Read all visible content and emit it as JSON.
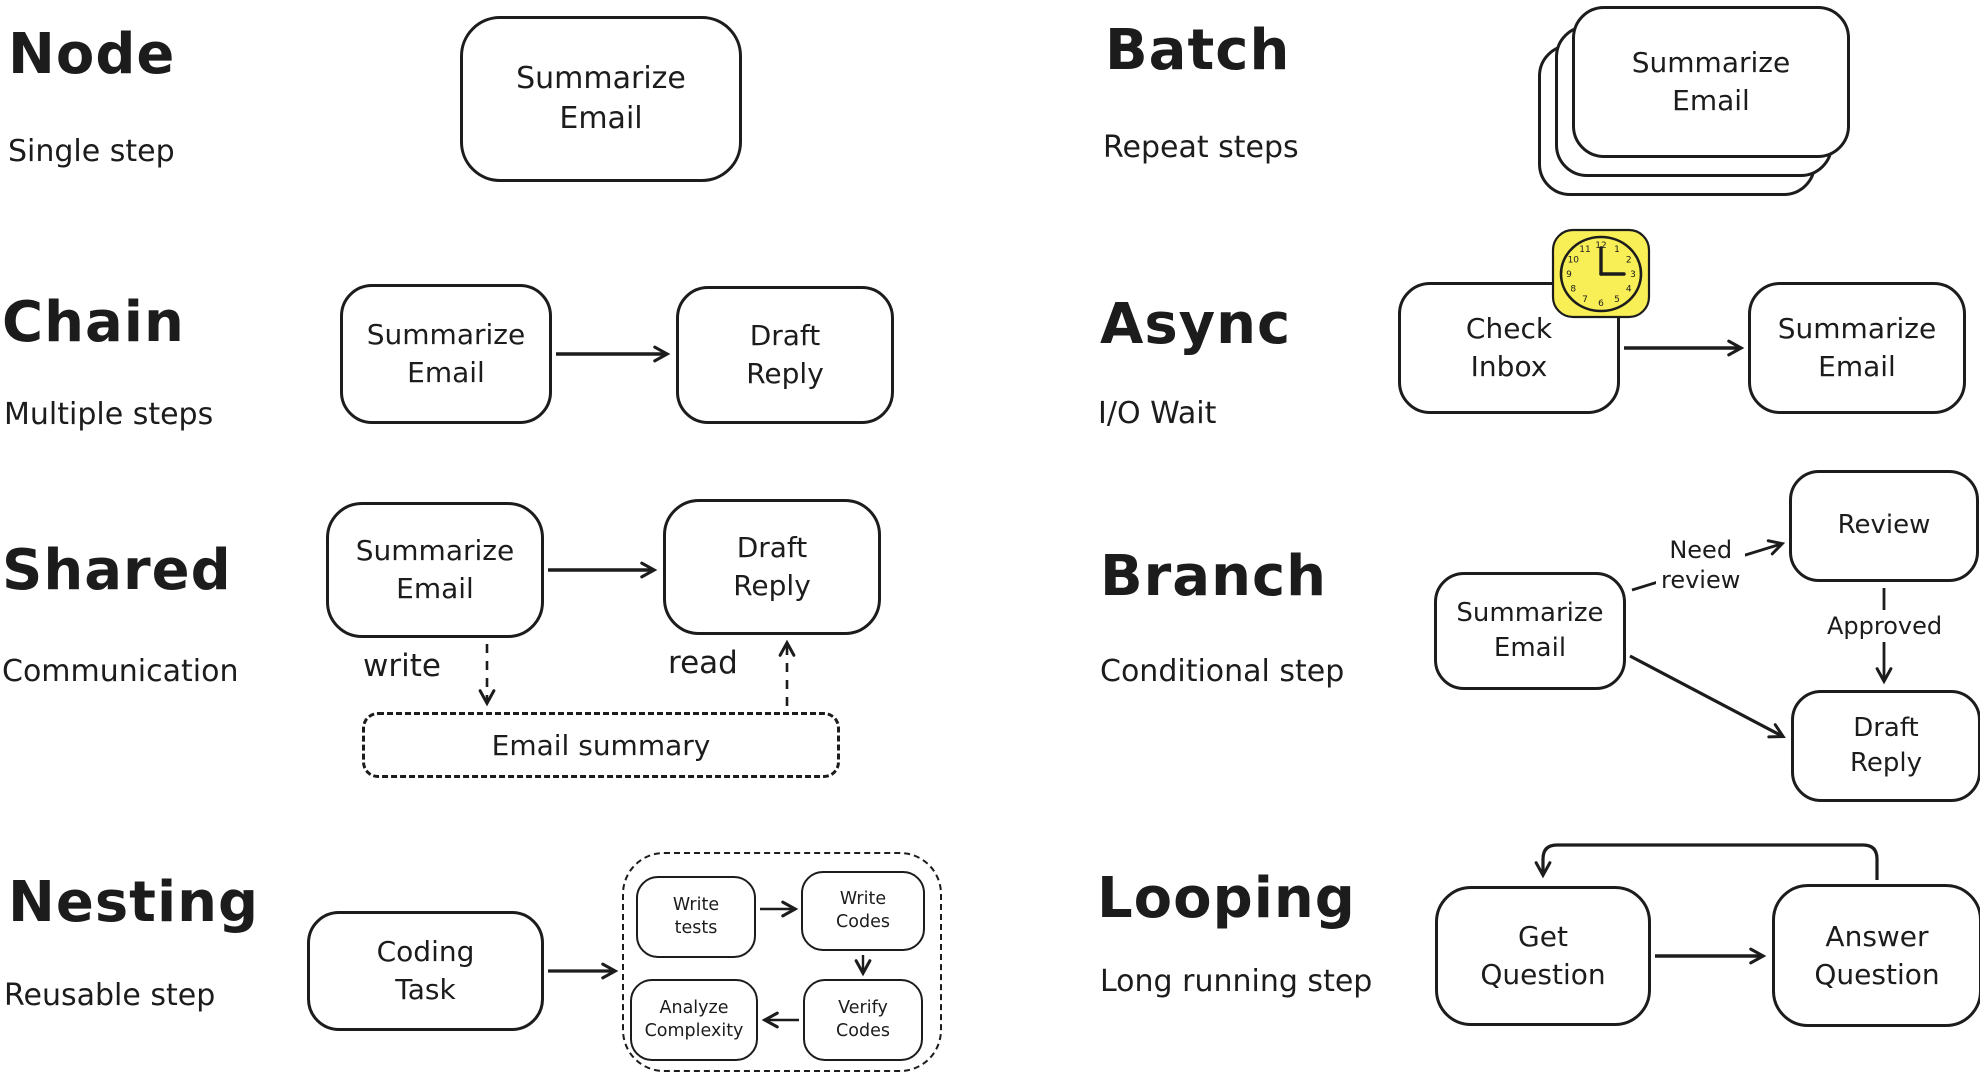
{
  "palette": {
    "background": "#ffffff",
    "ink": "#1c1c1c",
    "clock_fill": "#f8ee55"
  },
  "sections": {
    "node": {
      "title": "Node",
      "subtitle": "Single step",
      "box": "Summarize\nEmail"
    },
    "chain": {
      "title": "Chain",
      "subtitle": "Multiple steps",
      "box1": "Summarize\nEmail",
      "box2": "Draft\nReply"
    },
    "shared": {
      "title": "Shared",
      "subtitle": "Communication",
      "box1": "Summarize\nEmail",
      "box2": "Draft\nReply",
      "edge1": "write",
      "edge2": "read",
      "store": "Email summary"
    },
    "nesting": {
      "title": "Nesting",
      "subtitle": "Reusable step",
      "box": "Coding\nTask",
      "inner1": "Write\ntests",
      "inner2": "Write\nCodes",
      "inner3": "Analyze\nComplexity",
      "inner4": "Verify\nCodes"
    },
    "batch": {
      "title": "Batch",
      "subtitle": "Repeat steps",
      "box": "Summarize\nEmail"
    },
    "async": {
      "title": "Async",
      "subtitle": "I/O Wait",
      "box1": "Check\nInbox",
      "box2": "Summarize\nEmail",
      "clock_numbers": [
        "12",
        "1",
        "2",
        "3",
        "4",
        "5",
        "6",
        "7",
        "8",
        "9",
        "10",
        "11"
      ]
    },
    "branch": {
      "title": "Branch",
      "subtitle": "Conditional step",
      "box1": "Summarize\nEmail",
      "box2": "Review",
      "box3": "Draft\nReply",
      "edge1": "Need\nreview",
      "edge2": "Approved"
    },
    "looping": {
      "title": "Looping",
      "subtitle": "Long running step",
      "box1": "Get\nQuestion",
      "box2": "Answer\nQuestion"
    }
  }
}
